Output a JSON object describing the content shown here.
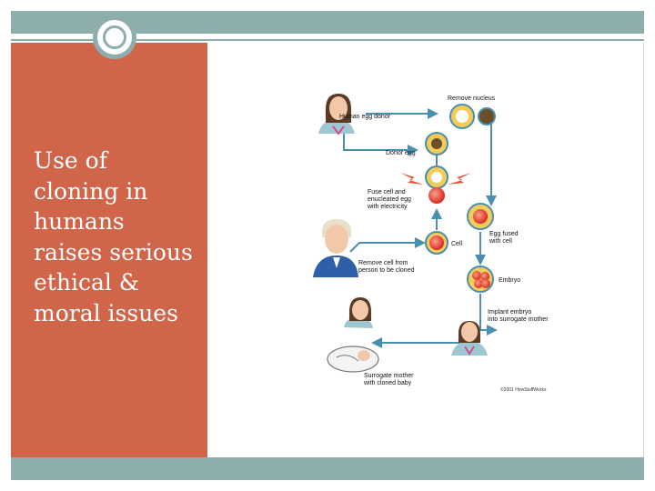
{
  "slide": {
    "body_text": "Use of cloning in humans raises serious ethical & moral issues"
  },
  "colors": {
    "band": "#8eaeae",
    "panel": "#d0654a",
    "arrow": "#4b8fb0",
    "spark": "#e8533a",
    "egg_yellow": "#f4cc5a",
    "nucleus": "#6b4e2a",
    "cell_red": "#d92a20"
  },
  "diagram": {
    "labels": {
      "remove_nucleus": "Remove nucleus",
      "human_egg_donor": "Human egg donor",
      "donor_egg": "Donor egg",
      "fuse_line1": "Fuse cell and",
      "fuse_line2": "enucleated egg",
      "fuse_line3": "with electricity",
      "egg_fused_line1": "Egg fused",
      "egg_fused_line2": "with cell",
      "cell": "Cell",
      "remove_cell_line1": "Remove cell from",
      "remove_cell_line2": "person to be cloned",
      "embryo": "Embryo",
      "implant_line1": "Implant embryo",
      "implant_line2": "into surrogate mother",
      "surrogate_line1": "Surrogate mother",
      "surrogate_line2": "with cloned baby",
      "credit": "©2001 HowStuffWorks"
    },
    "figures": [
      "egg-donor-woman",
      "man-to-be-cloned",
      "surrogate-mother-with-baby",
      "pregnant-surrogate"
    ]
  }
}
